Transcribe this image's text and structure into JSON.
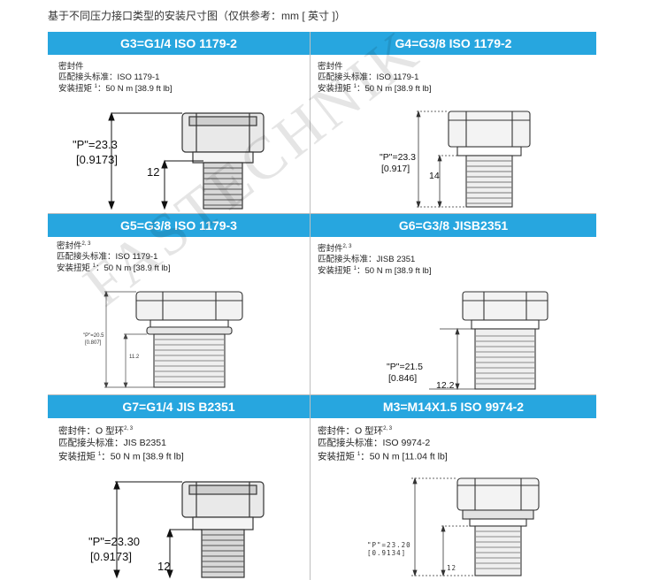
{
  "caption": "基于不同压力接口类型的安装尺寸图（仅供参考：mm [ 英寸 ]）",
  "watermark": "FASTECHNIK",
  "colors": {
    "header": "#27a6df"
  },
  "panels": [
    {
      "title": "G3=G1/4 ISO 1179-2",
      "seal": "密封件",
      "seal_sup": "",
      "standard": "匹配接头标准：ISO 1179-1",
      "torque_label": "安装扭矩 ",
      "torque_sup": "1",
      "torque_value": "：50 N m [38.9 ft lb]",
      "p_value": "\"P\"=23.3",
      "p_inch": "[0.9173]",
      "thread_length": "12"
    },
    {
      "title": "G4=G3/8 ISO 1179-2",
      "seal": "密封件",
      "seal_sup": "",
      "standard": "匹配接头标准：ISO 1179-1",
      "torque_label": "安装扭矩 ",
      "torque_sup": "1",
      "torque_value": "：50 N m [38.9 ft lb]",
      "p_value": "\"P\"=23.3",
      "p_inch": "[0.917]",
      "thread_length": "14"
    },
    {
      "title": "G5=G3/8 ISO 1179-3",
      "seal": "密封件",
      "seal_sup": "2, 3",
      "standard": "匹配接头标准：ISO 1179-1",
      "torque_label": "安装扭矩 ",
      "torque_sup": "1",
      "torque_value": "：50 N m [38.9 ft lb]",
      "p_value": "\"P\"=20.5",
      "p_inch": "[0.807]",
      "thread_length": "11.2"
    },
    {
      "title": "G6=G3/8 JISB2351",
      "seal": "密封件",
      "seal_sup": "2, 3",
      "standard": "匹配接头标准：JISB 2351",
      "torque_label": "安装扭矩 ",
      "torque_sup": "1",
      "torque_value": "：50 N m [38.9 ft lb]",
      "p_value": "\"P\"=21.5",
      "p_inch": "[0.846]",
      "thread_length": "12.2"
    },
    {
      "title": "G7=G1/4 JIS B2351",
      "seal": "密封件：O 型环",
      "seal_sup": "2, 3",
      "standard": "匹配接头标准：JIS B2351",
      "torque_label": "安装扭矩 ",
      "torque_sup": "1",
      "torque_value": "：50 N m [38.9 ft lb]",
      "p_value": "\"P\"=23.30",
      "p_inch": "[0.9173]",
      "thread_length": "12"
    },
    {
      "title": "M3=M14X1.5 ISO 9974-2",
      "seal": "密封件：O 型环",
      "seal_sup": "2, 3",
      "standard": "匹配接头标准：ISO 9974-2",
      "torque_label": "安装扭矩 ",
      "torque_sup": "1",
      "torque_value": "：50 N m [11.04 ft lb]",
      "p_value": "\"P\"=23.20",
      "p_inch": "[0.9134]",
      "thread_length": "12"
    }
  ]
}
